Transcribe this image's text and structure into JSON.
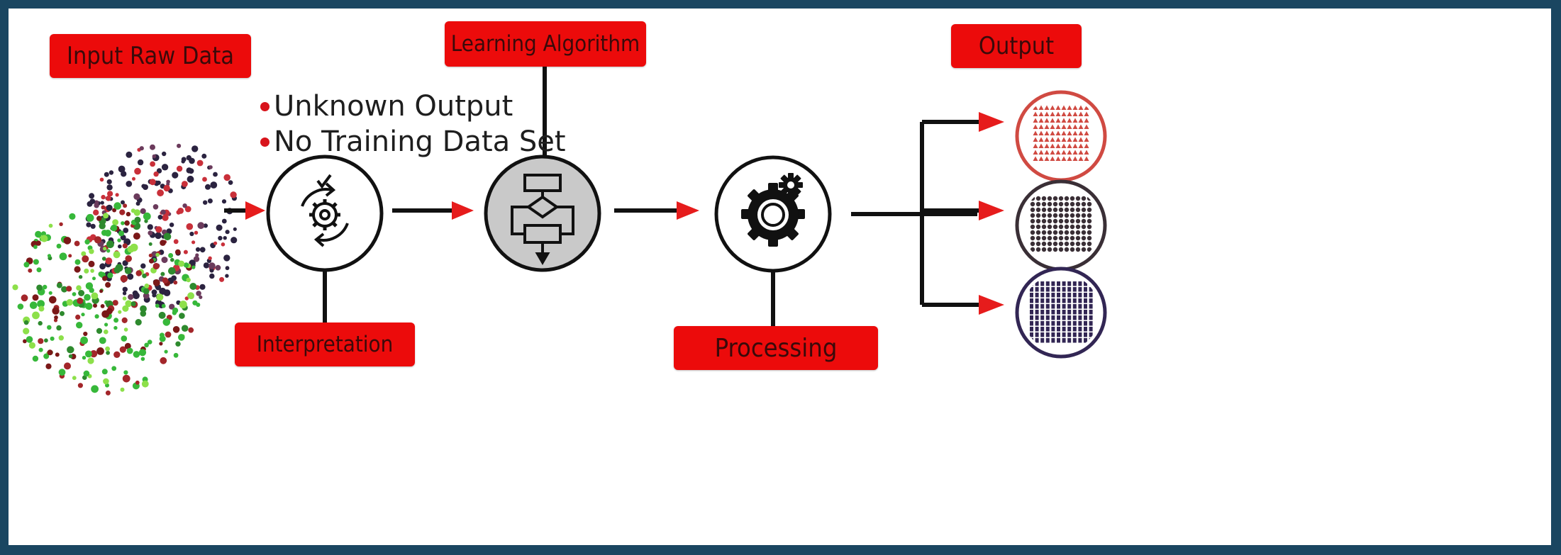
{
  "labels": {
    "input": "Input Raw Data",
    "algorithm": "Learning Algorithm",
    "output": "Output",
    "interpretation": "Interpretation",
    "processing": "Processing"
  },
  "notes": [
    "Unknown Output",
    "No Training Data Set"
  ],
  "icons": {
    "interpretation": "gear-cycle-icon",
    "algorithm": "flowchart-icon",
    "processing": "gears-icon",
    "output_top": "triangle-cluster-icon",
    "output_mid": "dot-cluster-icon",
    "output_bottom": "square-cluster-icon"
  },
  "colors": {
    "label_red": "#ec0b0b",
    "arrow_red": "#e61c1c",
    "frame": "#1a4661",
    "output_top": "#d04a42",
    "output_mid": "#3a2f36",
    "output_bottom": "#322654"
  }
}
